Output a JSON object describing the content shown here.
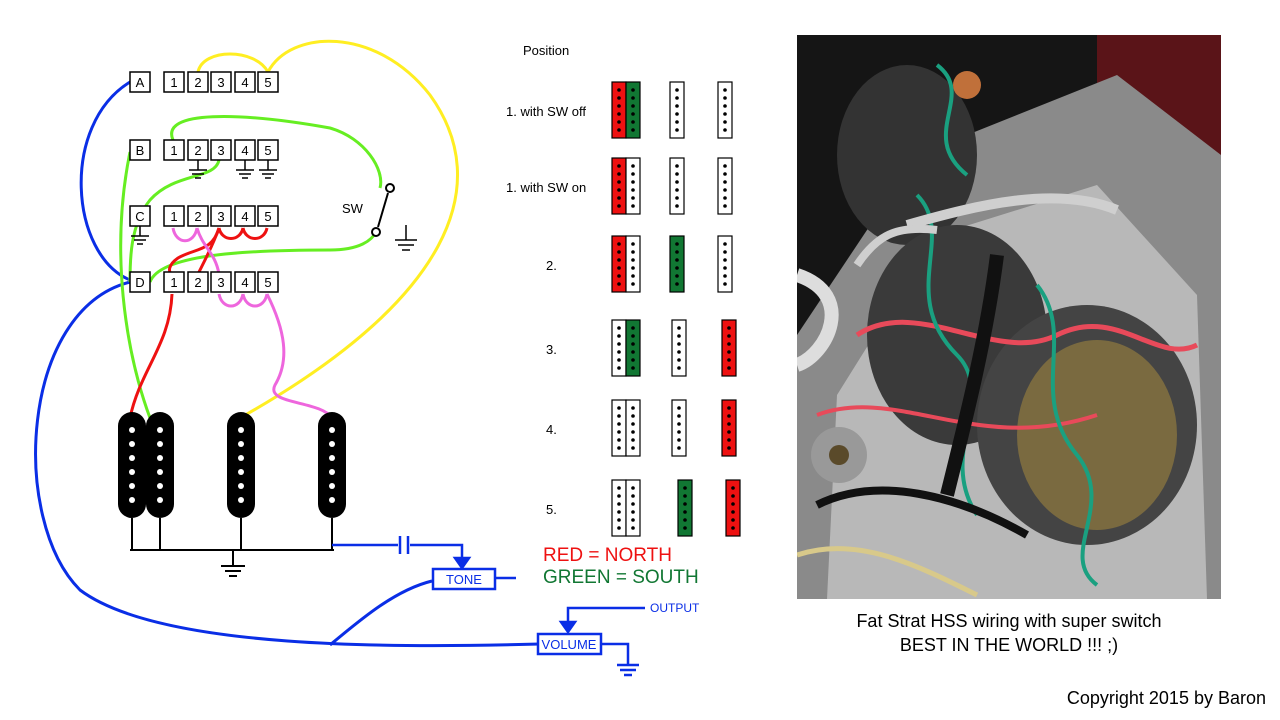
{
  "switch_terminals": {
    "rows": [
      {
        "label": "A",
        "terminals": [
          "1",
          "2",
          "3",
          "4",
          "5"
        ]
      },
      {
        "label": "B",
        "terminals": [
          "1",
          "2",
          "3",
          "4",
          "5"
        ]
      },
      {
        "label": "C",
        "terminals": [
          "1",
          "2",
          "3",
          "4",
          "5"
        ]
      },
      {
        "label": "D",
        "terminals": [
          "1",
          "2",
          "3",
          "4",
          "5"
        ]
      }
    ]
  },
  "switch_label": "SW",
  "tone_label": "TONE",
  "volume_label": "VOLUME",
  "output_label": "OUTPUT",
  "position_header": "Position",
  "positions": [
    {
      "label": "1. with SW off",
      "pickups": [
        [
          "red",
          "green"
        ],
        [
          "white"
        ],
        [
          "white"
        ]
      ]
    },
    {
      "label": "1. with SW on",
      "pickups": [
        [
          "red",
          "white"
        ],
        [
          "white"
        ],
        [
          "white"
        ]
      ]
    },
    {
      "label": "2.",
      "pickups": [
        [
          "red",
          "white"
        ],
        [
          "green"
        ],
        [
          "white"
        ]
      ]
    },
    {
      "label": "3.",
      "pickups": [
        [
          "white",
          "green"
        ],
        [
          "white"
        ],
        [
          "red"
        ]
      ]
    },
    {
      "label": "4.",
      "pickups": [
        [
          "white",
          "white"
        ],
        [
          "white"
        ],
        [
          "red"
        ]
      ]
    },
    {
      "label": "5.",
      "pickups": [
        [
          "white",
          "white"
        ],
        [
          "green"
        ],
        [
          "red"
        ]
      ]
    }
  ],
  "legend": {
    "red": "RED = NORTH",
    "green": "GREEN = SOUTH"
  },
  "caption_line1": "Fat Strat HSS wiring with super switch",
  "caption_line2": "BEST IN THE WORLD !!! ;)",
  "copyright": "Copyright 2015 by Baron",
  "colors": {
    "north": "#ee1111",
    "south": "#117733",
    "wire_blue": "#0a2ee6",
    "wire_yellow": "#ffee22",
    "wire_green": "#66ee22",
    "wire_red": "#ee1111",
    "wire_pink": "#ee66dd"
  }
}
